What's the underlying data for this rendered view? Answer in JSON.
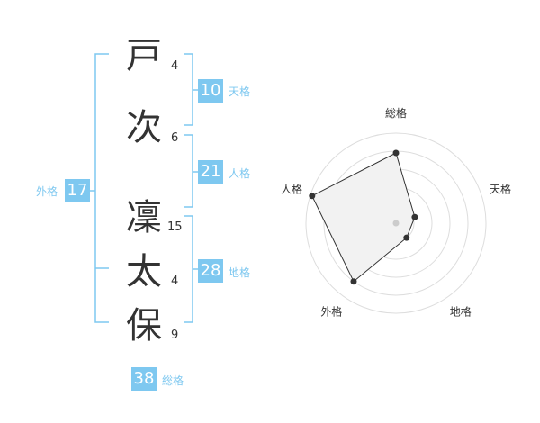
{
  "name": {
    "chars": [
      {
        "char": "戸",
        "strokes": "4"
      },
      {
        "char": "次",
        "strokes": "6"
      },
      {
        "char": "凜",
        "strokes": "15"
      },
      {
        "char": "太",
        "strokes": "4"
      },
      {
        "char": "保",
        "strokes": "9"
      }
    ]
  },
  "fortunes": {
    "tenkaku": {
      "value": "10",
      "label": "天格"
    },
    "jinkaku": {
      "value": "21",
      "label": "人格"
    },
    "chikaku": {
      "value": "28",
      "label": "地格"
    },
    "gaikaku": {
      "value": "17",
      "label": "外格"
    },
    "soukaku": {
      "value": "38",
      "label": "総格"
    }
  },
  "colors": {
    "accent": "#7ec8f0",
    "text": "#333333",
    "grid": "#dddddd"
  },
  "chart_data": {
    "type": "radar",
    "axes": [
      "総格",
      "天格",
      "地格",
      "外格",
      "人格"
    ],
    "values": [
      0.78,
      0.22,
      0.2,
      0.8,
      0.98
    ],
    "rings": 5
  }
}
